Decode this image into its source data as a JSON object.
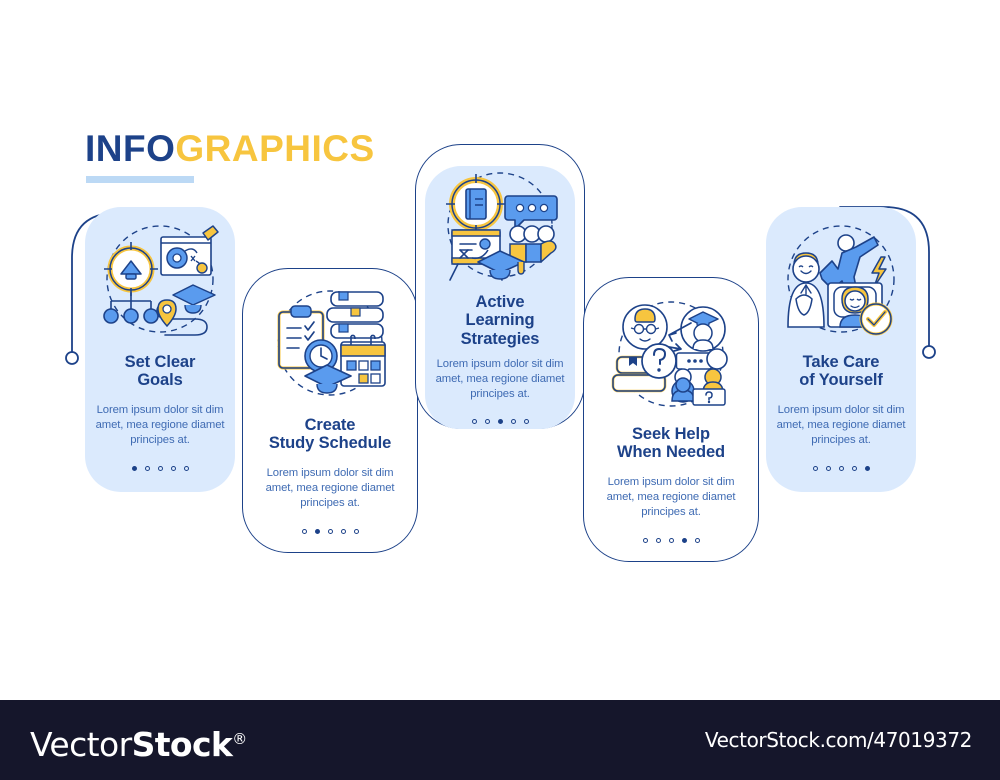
{
  "header": {
    "title_part1": "INFO",
    "title_part2": "GRAPHICS"
  },
  "colors": {
    "navy": "#1d4289",
    "yellow": "#f7c53f",
    "blue": "#5a9bee",
    "light_blue_fill": "#dbeafd",
    "underline": "#bcd9f5",
    "footer_bg": "#15162b",
    "body_text": "#3f6bb3"
  },
  "cards": [
    {
      "index": 1,
      "title": "Set Clear\nGoals",
      "title_line1": "Set Clear",
      "title_line2": "Goals",
      "description": "Lorem ipsum dolor sit dim amet, mea regione diamet principes at.",
      "icon": "goals-target-graduation-icon",
      "fill": "light-blue",
      "dots_total": 5,
      "dots_active": 1
    },
    {
      "index": 2,
      "title": "Create\nStudy Schedule",
      "title_line1": "Create",
      "title_line2": "Study Schedule",
      "description": "Lorem ipsum dolor sit dim amet, mea regione diamet principes at.",
      "icon": "clipboard-calendar-clock-icon",
      "fill": "white",
      "dots_total": 5,
      "dots_active": 2
    },
    {
      "index": 3,
      "title": "Active\nLearning\nStrategies",
      "title_line1": "Active",
      "title_line2": "Learning",
      "title_line3": "Strategies",
      "description": "Lorem ipsum dolor sit dim amet, mea regione diamet principes at.",
      "icon": "book-target-whiteboard-icon",
      "fill": "light-blue",
      "dots_total": 5,
      "dots_active": 3
    },
    {
      "index": 4,
      "title": "Seek Help\nWhen Needed",
      "title_line1": "Seek Help",
      "title_line2": "When Needed",
      "description": "Lorem ipsum dolor sit dim amet, mea regione diamet principes at.",
      "icon": "mentor-question-chat-icon",
      "fill": "white",
      "dots_total": 5,
      "dots_active": 4
    },
    {
      "index": 5,
      "title": "Take Care\nof Yourself",
      "title_line1": "Take Care",
      "title_line2": "of Yourself",
      "description": "Lorem ipsum dolor sit dim amet, mea regione diamet principes at.",
      "icon": "wellness-sleep-energy-icon",
      "fill": "light-blue",
      "dots_total": 5,
      "dots_active": 5
    }
  ],
  "footer": {
    "logo_light": "Vector",
    "logo_bold": "Stock",
    "logo_reg": "®",
    "url": "VectorStock.com/47019372"
  }
}
